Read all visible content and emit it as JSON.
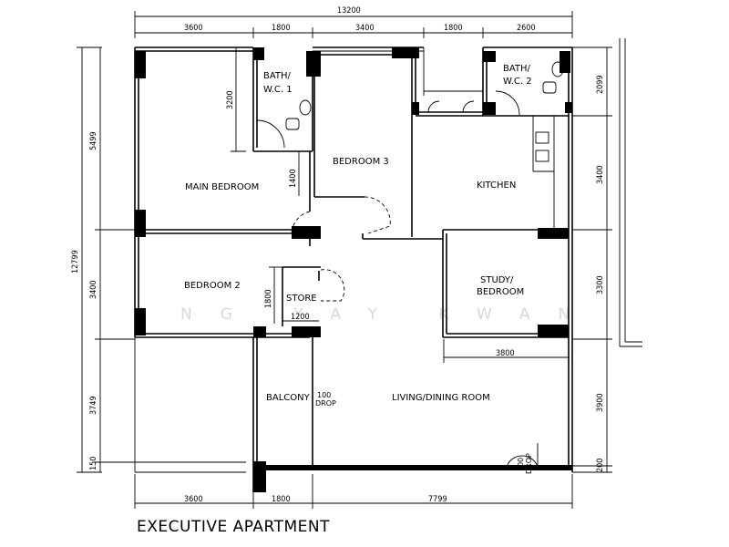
{
  "title": "EXECUTIVE APARTMENT",
  "watermark": "NG YAY KWAN",
  "rooms": {
    "bath1": [
      "BATH/",
      "W.C. 1"
    ],
    "bath2": [
      "BATH/",
      "W.C. 2"
    ],
    "main_bedroom": "MAIN BEDROOM",
    "bedroom3": "BEDROOM 3",
    "kitchen": "KITCHEN",
    "bedroom2": "BEDROOM 2",
    "store": "STORE",
    "study": [
      "STUDY/",
      "BEDROOM"
    ],
    "balcony": "BALCONY",
    "living": "LIVING/DINING ROOM"
  },
  "annotations": {
    "drop_balcony": [
      "100",
      "DROP"
    ],
    "drop_living": [
      "100",
      "DROP"
    ]
  },
  "dimensions": {
    "top_overall": "13200",
    "top_segments": [
      "3600",
      "1800",
      "3400",
      "1800",
      "2600"
    ],
    "bottom_segments": [
      "3600",
      "1800",
      "7799"
    ],
    "left_overall": "12799",
    "left_segments": [
      "5499",
      "3400",
      "3749",
      "150"
    ],
    "right_segments": [
      "2099",
      "3400",
      "3300",
      "3900",
      "200"
    ],
    "inner": {
      "main_bed_depth": "3200",
      "bed3_depth": "1400",
      "store_depth": "1800",
      "store_width": "1200",
      "study_width": "3800"
    }
  }
}
